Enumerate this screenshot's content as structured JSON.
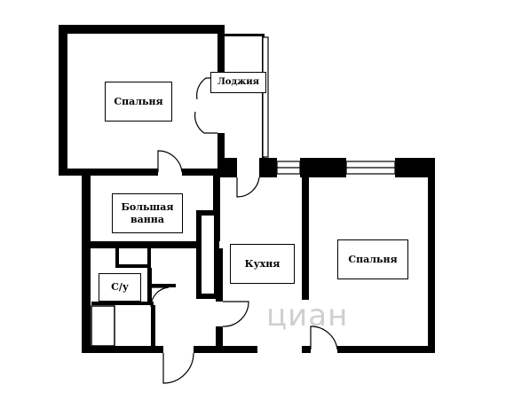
{
  "rooms": {
    "bedroom_1": "Спальня",
    "loggia": "Лоджия",
    "big_bath_line1": "Большая",
    "big_bath_line2": "ванна",
    "wc": "С/у",
    "kitchen": "Кухня",
    "bedroom_2": "Спальня"
  },
  "watermark": "циан",
  "colors": {
    "wall": "#000000",
    "background": "#ffffff",
    "watermark": "#cfcfcf"
  }
}
